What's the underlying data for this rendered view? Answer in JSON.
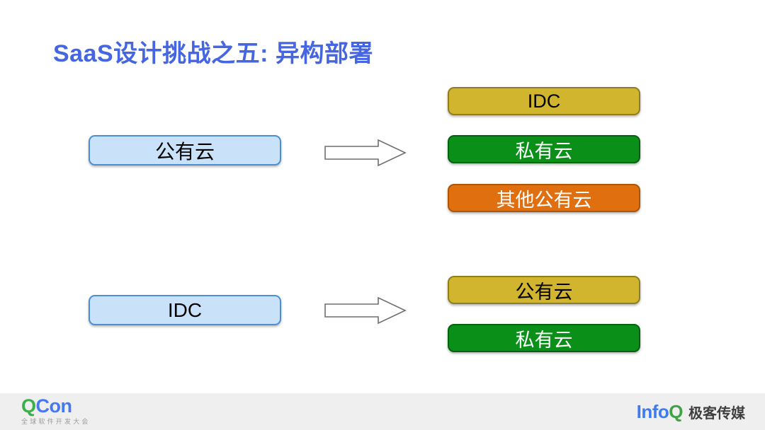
{
  "slide": {
    "title": "SaaS设计挑战之五: 异构部署"
  },
  "diagram": {
    "rows": [
      {
        "source": {
          "label": "公有云",
          "fill": "#C9E2F9",
          "border": "#4A8FD3"
        },
        "targets": [
          {
            "label": "IDC",
            "color": "yellow",
            "fill": "#D1B52E",
            "border": "#8F7E1F",
            "text": "#000000"
          },
          {
            "label": "私有云",
            "color": "green",
            "fill": "#0A9018",
            "border": "#056010",
            "text": "#ffffff"
          },
          {
            "label": "其他公有云",
            "color": "orange",
            "fill": "#E06F10",
            "border": "#AD5405",
            "text": "#ffffff"
          }
        ]
      },
      {
        "source": {
          "label": "IDC",
          "fill": "#C9E2F9",
          "border": "#4A8FD3"
        },
        "targets": [
          {
            "label": "公有云",
            "color": "yellow",
            "fill": "#D1B52E",
            "border": "#8F7E1F",
            "text": "#000000"
          },
          {
            "label": "私有云",
            "color": "green",
            "fill": "#0A9018",
            "border": "#056010",
            "text": "#ffffff"
          }
        ]
      }
    ]
  },
  "palette": {
    "title_blue": "#4566E0",
    "arrow_stroke": "#6F6F6F",
    "footer_bg": "#EFEFF0",
    "qcon_green": "#3BAF49",
    "qcon_blue": "#4678F0",
    "infoq_blue": "#3E7BF2",
    "infoq_green": "#3FA344"
  },
  "footer": {
    "qcon": {
      "q": "Q",
      "con": "Con",
      "subtitle": "全球软件开发大会"
    },
    "infoq": {
      "info": "Info",
      "q": "Q",
      "brand": "极客传媒"
    }
  }
}
